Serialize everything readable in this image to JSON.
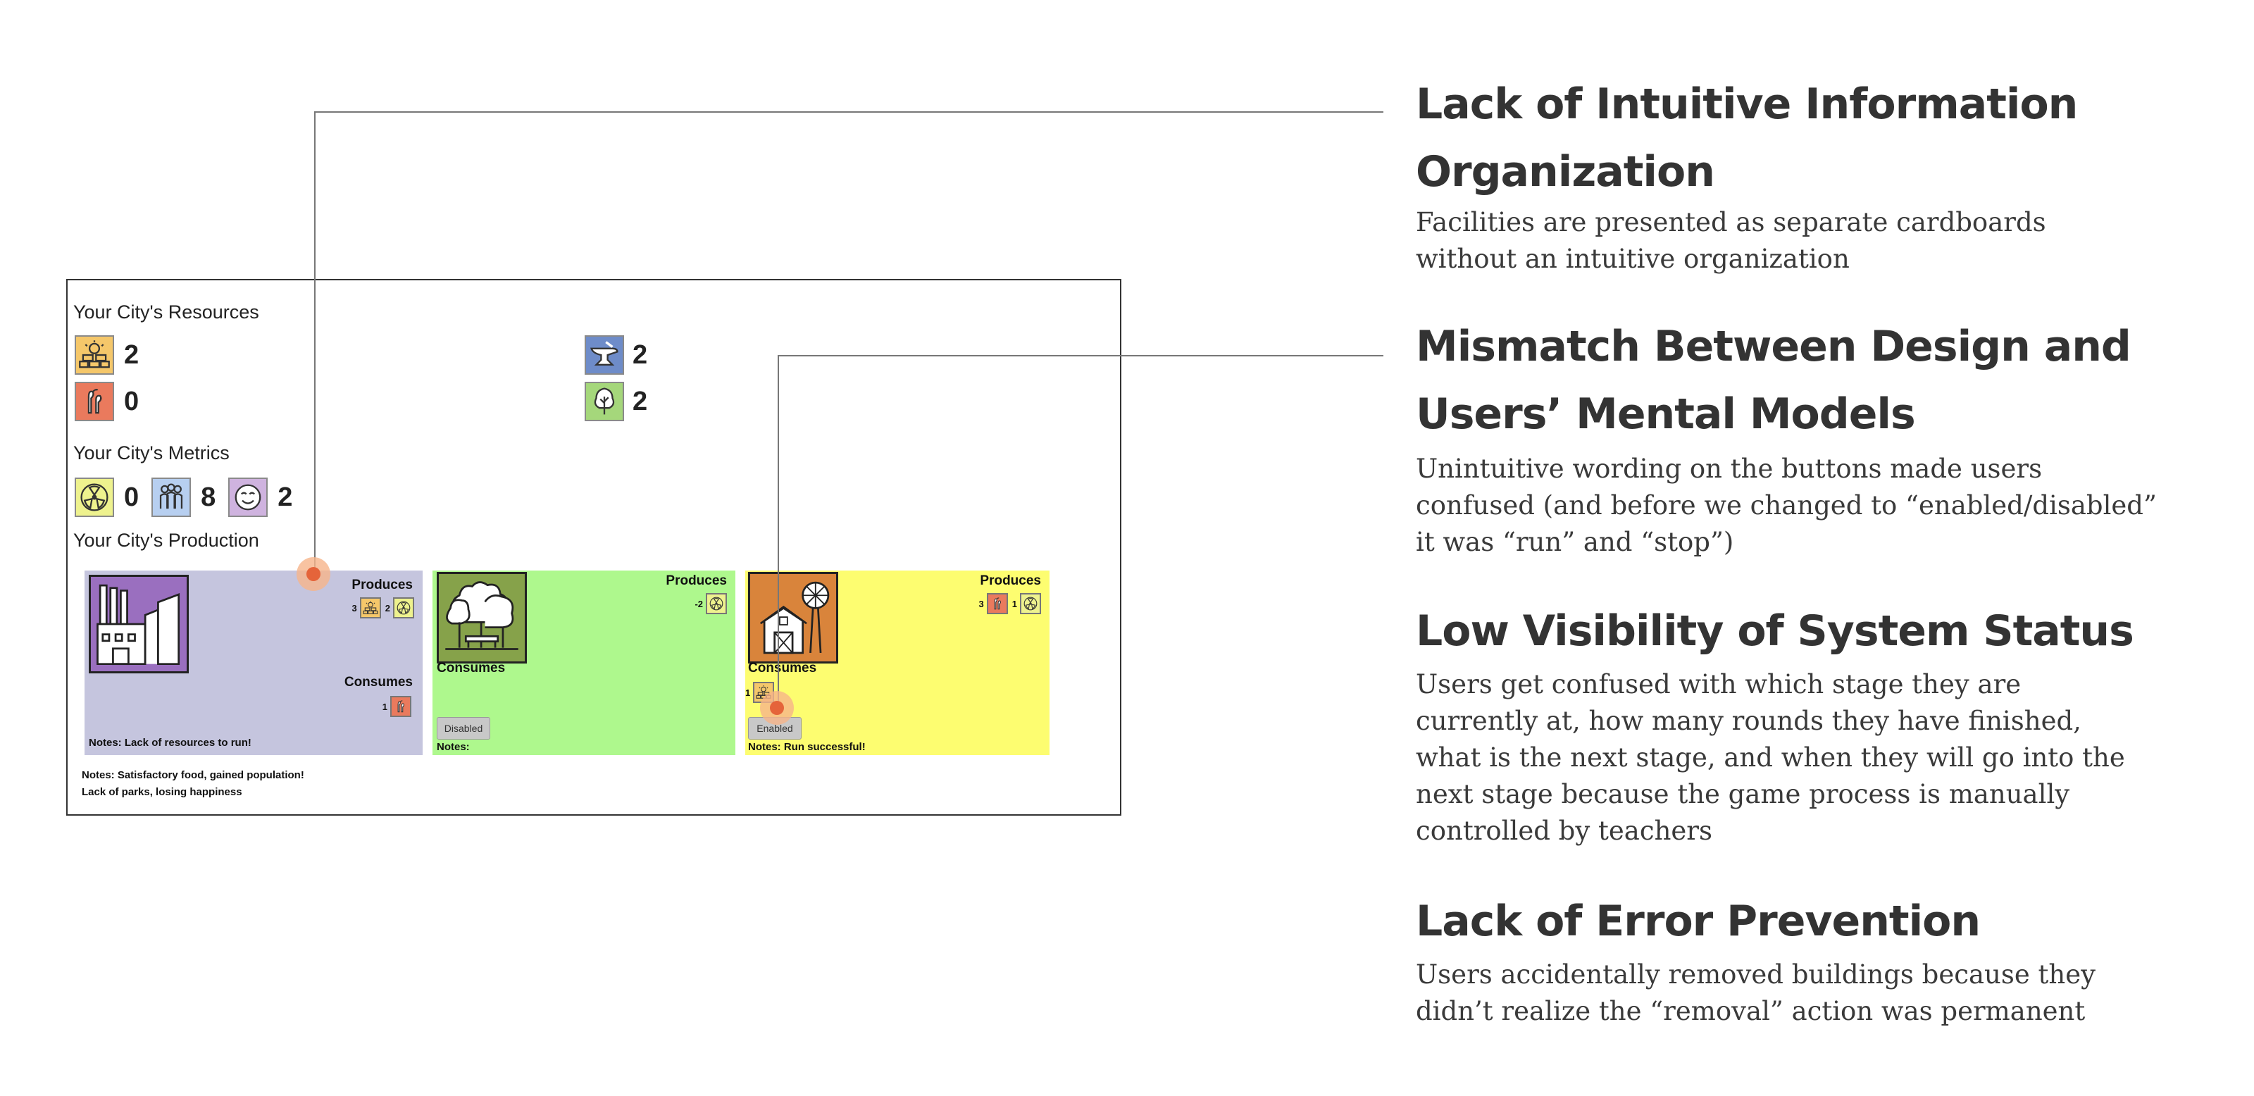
{
  "game": {
    "resources_title": "Your City's Resources",
    "resources": [
      {
        "icon": "gold-coins-icon",
        "value": "2",
        "color": "#f5c76a"
      },
      {
        "icon": "food-icon",
        "value": "0",
        "color": "#ea7a5d"
      },
      {
        "icon": "anvil-icon",
        "value": "2",
        "color": "#6e8cc9"
      },
      {
        "icon": "tree-icon",
        "value": "2",
        "color": "#a5d77b"
      }
    ],
    "metrics_title": "Your City's Metrics",
    "metrics": [
      {
        "icon": "pollution-icon",
        "value": "0",
        "color": "#eef28e"
      },
      {
        "icon": "population-icon",
        "value": "8",
        "color": "#b7cff0"
      },
      {
        "icon": "happiness-icon",
        "value": "2",
        "color": "#cfb3df"
      }
    ],
    "production_title": "Your City's Production",
    "cards": [
      {
        "name": "factory",
        "bg": "#c5c5de",
        "produces_label": "Produces",
        "produces": [
          {
            "count": "3",
            "icon": "gold-coins-icon"
          },
          {
            "count": "2",
            "icon": "pollution-icon"
          }
        ],
        "consumes_label": "Consumes",
        "consumes": [
          {
            "count": "1",
            "icon": "food-icon"
          }
        ],
        "notes": "Notes: Lack of resources to run!"
      },
      {
        "name": "park",
        "bg": "#aef88d",
        "produces_label": "Produces",
        "produces": [
          {
            "count": "-2",
            "icon": "pollution-icon"
          }
        ],
        "consumes_label": "Consumes",
        "button": "Disabled",
        "notes": "Notes:"
      },
      {
        "name": "farm",
        "bg": "#fdfd70",
        "produces_label": "Produces",
        "produces": [
          {
            "count": "3",
            "icon": "food-icon"
          },
          {
            "count": "1",
            "icon": "pollution-icon"
          }
        ],
        "consumes_label": "Consumes",
        "consumes": [
          {
            "count": "1",
            "icon": "gold-coins-icon"
          }
        ],
        "button": "Enabled",
        "notes": "Notes: Run successful!"
      }
    ],
    "footer_notes": [
      "Notes: Satisfactory food, gained population!",
      "Lack of parks, losing happiness"
    ]
  },
  "findings": [
    {
      "heading_lines": [
        "Lack of Intuitive Information",
        "Organization"
      ],
      "desc_lines": [
        "Facilities are presented as separate cardboards",
        "without an intuitive organization"
      ]
    },
    {
      "heading_lines": [
        "Mismatch Between Design and",
        "Users’ Mental Models"
      ],
      "desc_lines": [
        "Unintuitive wording on the buttons made users",
        "confused (and before we changed to “enabled/disabled”",
        "it was “run” and “stop”)"
      ]
    },
    {
      "heading_lines": [
        "Low Visibility of System Status"
      ],
      "desc_lines": [
        "Users get confused with which stage they are",
        "currently at, how many rounds they have finished,",
        "what is the next stage, and when they will go into the",
        "next stage because the game process is manually",
        "controlled by teachers"
      ]
    },
    {
      "heading_lines": [
        "Lack of Error Prevention"
      ],
      "desc_lines": [
        "Users accidentally removed buildings because they",
        "didn’t realize the “removal” action was permanent"
      ]
    }
  ]
}
